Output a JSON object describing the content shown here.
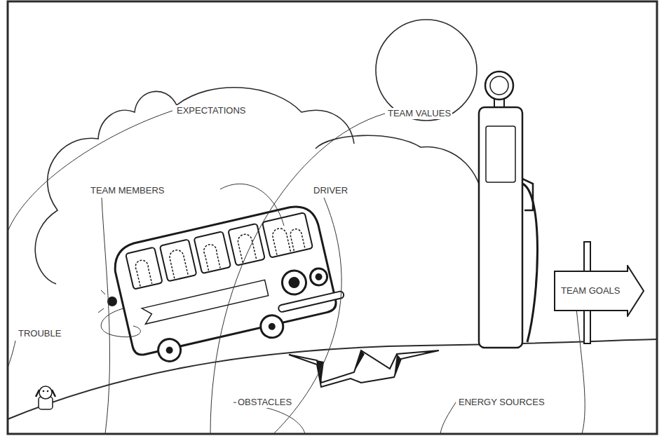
{
  "diagram": {
    "nodes": [
      {
        "text": [
          "TEAM GOALS"
        ]
      }
    ],
    "labels": [
      "EXPECTATIONS",
      "TEAM VALUES",
      "TEAM MEMBERS",
      "DRIVER",
      "TROUBLE",
      "OBSTACLES",
      "ENERGY SOURCES"
    ]
  }
}
